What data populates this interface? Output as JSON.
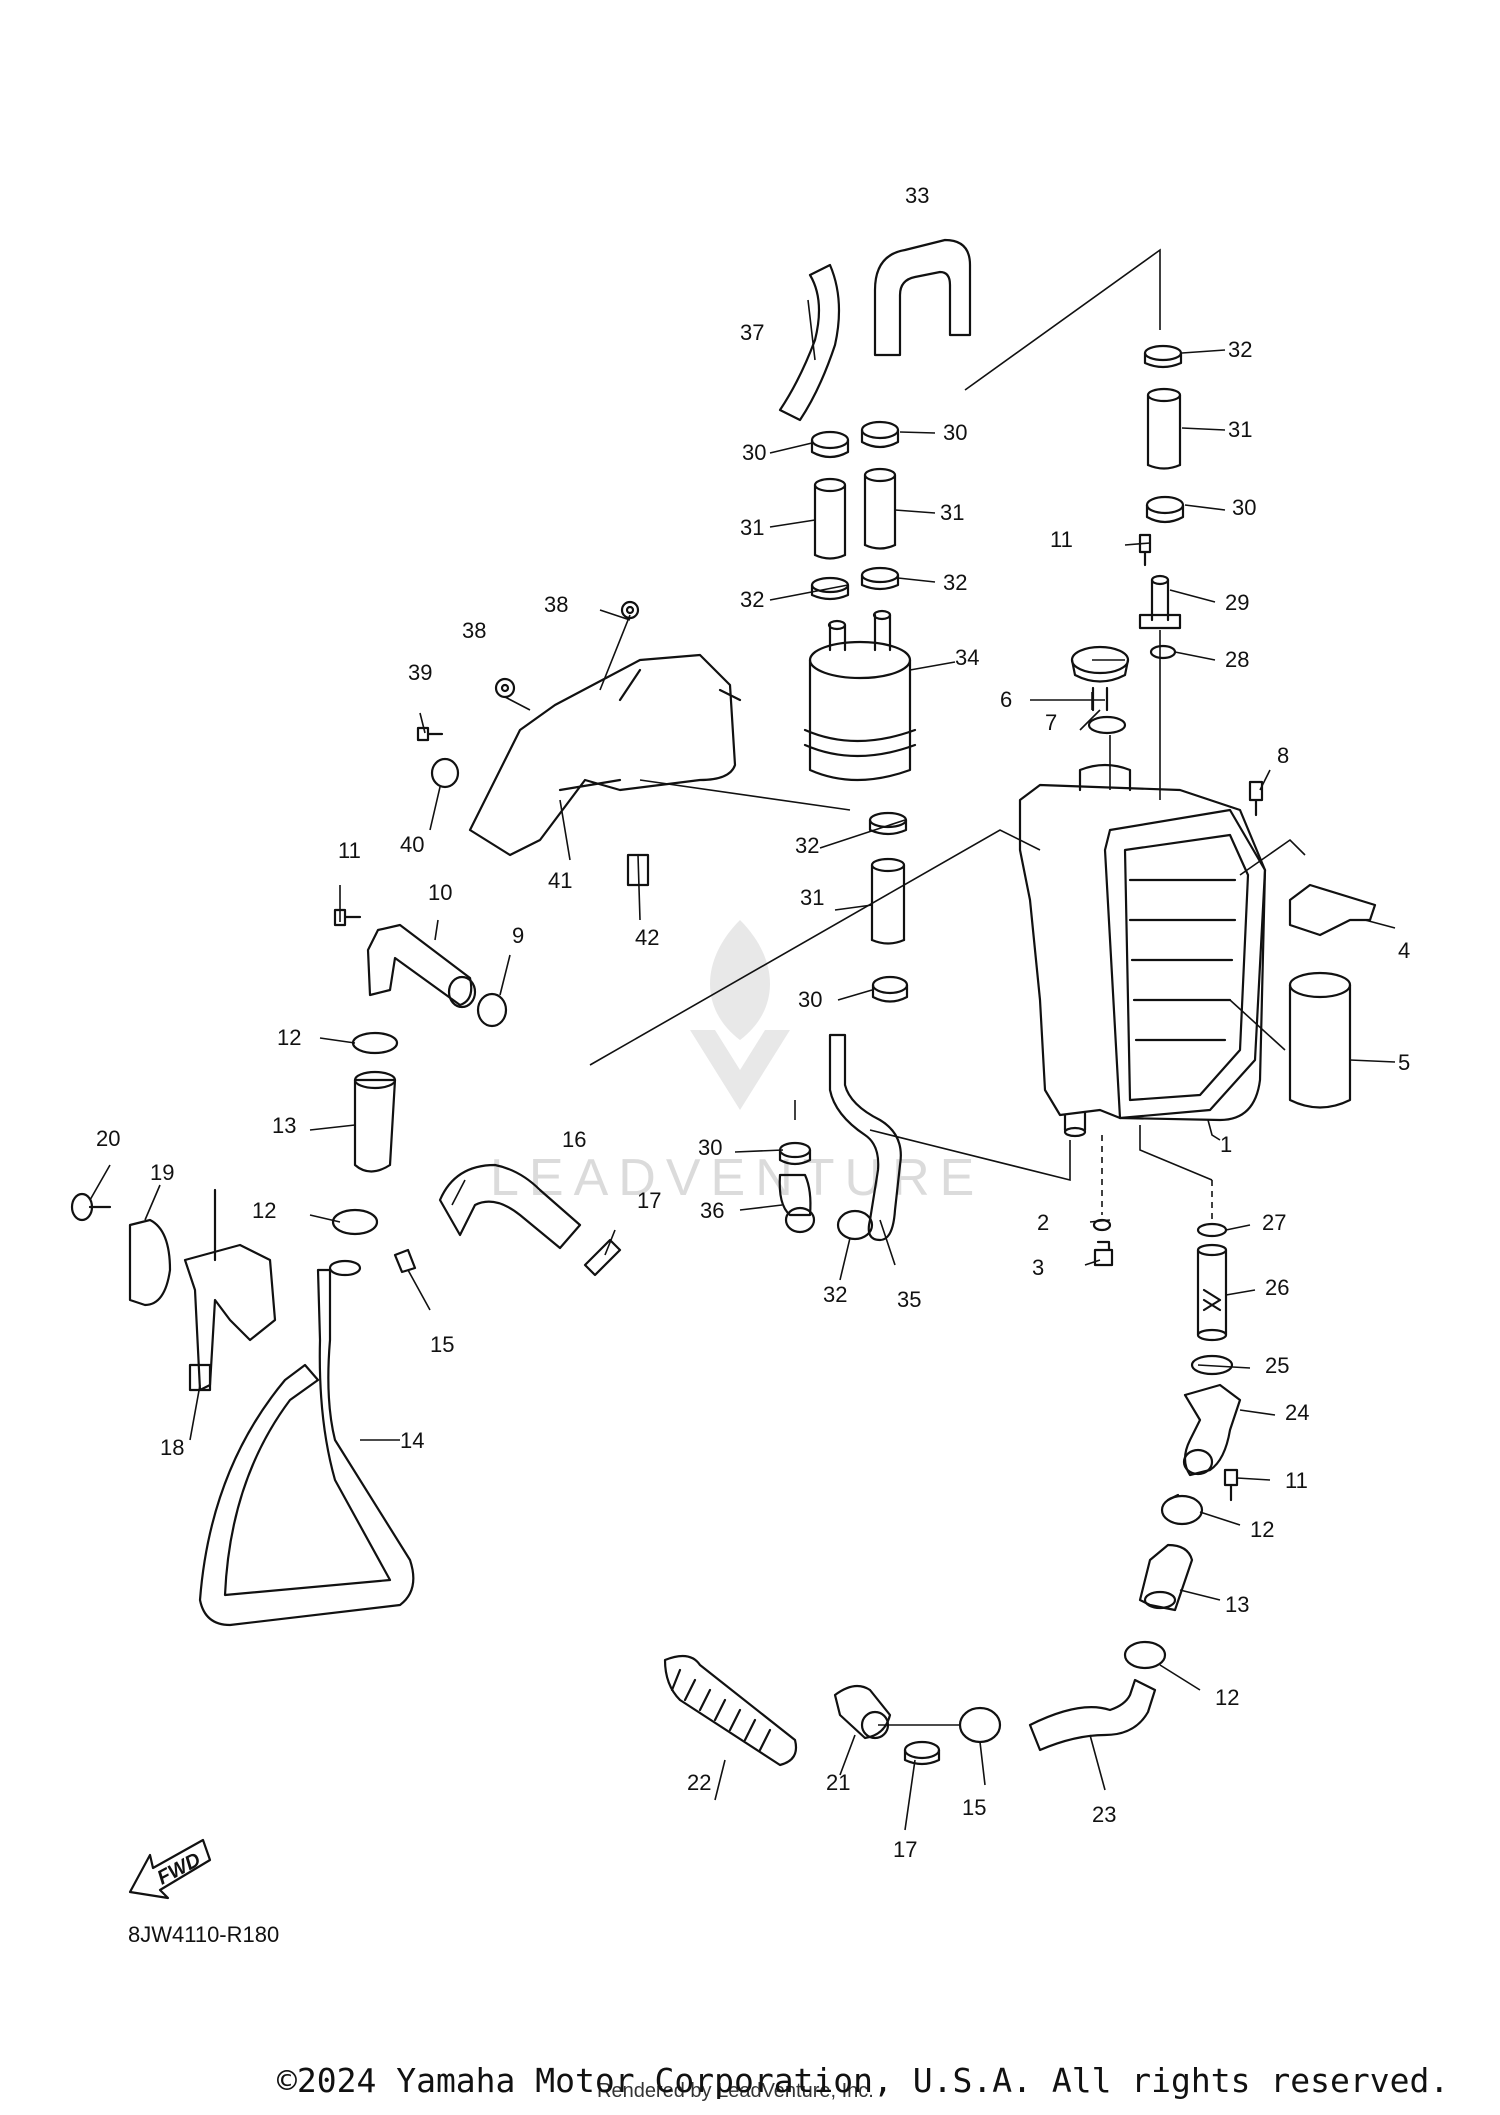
{
  "diagram": {
    "callouts": [
      "1",
      "2",
      "3",
      "4",
      "5",
      "6",
      "7",
      "8",
      "9",
      "10",
      "11",
      "11",
      "11",
      "12",
      "12",
      "12",
      "12",
      "13",
      "13",
      "14",
      "15",
      "15",
      "16",
      "17",
      "17",
      "18",
      "19",
      "20",
      "21",
      "22",
      "23",
      "24",
      "25",
      "26",
      "27",
      "28",
      "29",
      "30",
      "30",
      "30",
      "30",
      "30",
      "31",
      "31",
      "31",
      "31",
      "32",
      "32",
      "32",
      "32",
      "32",
      "33",
      "34",
      "35",
      "36",
      "37",
      "38",
      "38",
      "39",
      "40",
      "41",
      "42"
    ],
    "diagram_code": "8JW4110-R180",
    "fwd_label": "FWD",
    "watermark": "LEADVENTURE",
    "copyright": "©2024 Yamaha Motor Corporation, U.S.A. All rights reserved.",
    "rendered_by": "Rendered by LeadVenture, Inc."
  }
}
